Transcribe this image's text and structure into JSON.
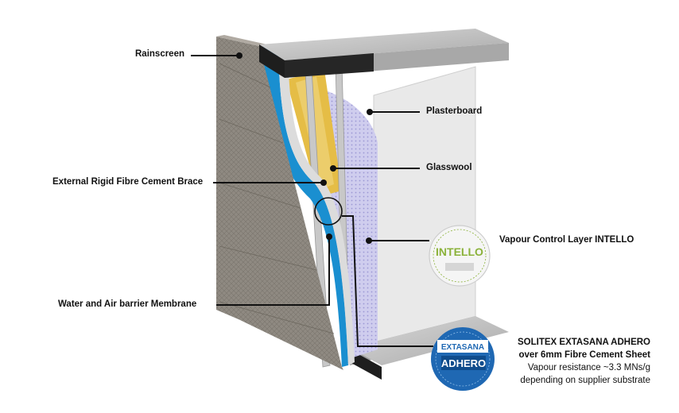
{
  "labels": {
    "rainscreen": "Rainscreen",
    "plasterboard": "Plasterboard",
    "glasswool": "Glasswool",
    "brace": "External Rigid Fibre Cement Brace",
    "vcl": "Vapour Control Layer INTELLO",
    "membrane": "Water and Air barrier Membrane"
  },
  "product_note": {
    "line1": "SOLITEX EXTASANA ADHERO",
    "line2": "over 6mm Fibre Cement Sheet",
    "line3": "Vapour resistance ~3.3 MNs/g",
    "line4": "depending on supplier substrate"
  },
  "logos": {
    "intello": "INTELLO",
    "extasana": "EXTASANA",
    "adhero": "ADHERO"
  },
  "colors": {
    "membrane_blue": "#1a8fd0",
    "glasswool": "#e8c04a",
    "cladding": "#8e8880",
    "slab": "#bdbdbd",
    "vcl": "#c9c6ea"
  }
}
